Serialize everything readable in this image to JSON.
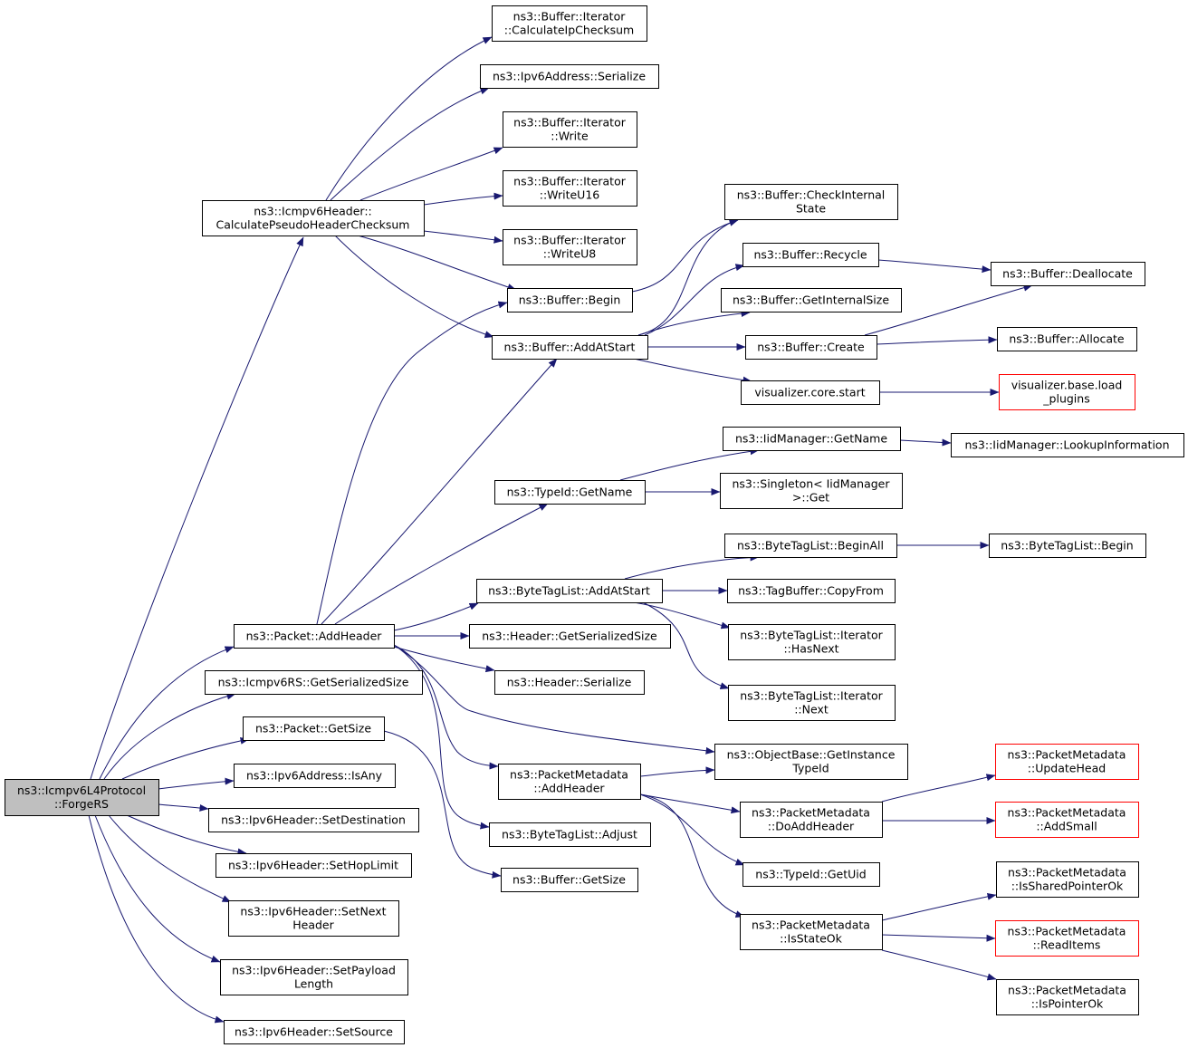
{
  "colors": {
    "edge": "#191970",
    "node_border": "#000000",
    "truncated_border": "#ff0000",
    "root_fill": "#bfbfbf",
    "node_fill": "#ffffff"
  },
  "nodes": [
    {
      "id": "root",
      "lines": [
        "ns3::Icmpv6L4Protocol",
        "::ForgeRS"
      ],
      "style": "root"
    },
    {
      "id": "cphc",
      "lines": [
        "ns3::Icmpv6Header::",
        "CalculatePseudoHeaderChecksum"
      ],
      "style": "normal"
    },
    {
      "id": "bi_cic",
      "lines": [
        "ns3::Buffer::Iterator",
        "::CalculateIpChecksum"
      ],
      "style": "normal"
    },
    {
      "id": "ip6_ser",
      "lines": [
        "ns3::Ipv6Address::Serialize"
      ],
      "style": "normal"
    },
    {
      "id": "bi_w",
      "lines": [
        "ns3::Buffer::Iterator",
        "::Write"
      ],
      "style": "normal"
    },
    {
      "id": "bi_w16",
      "lines": [
        "ns3::Buffer::Iterator",
        "::WriteU16"
      ],
      "style": "normal"
    },
    {
      "id": "bi_w8",
      "lines": [
        "ns3::Buffer::Iterator",
        "::WriteU8"
      ],
      "style": "normal"
    },
    {
      "id": "buf_begin",
      "lines": [
        "ns3::Buffer::Begin"
      ],
      "style": "normal"
    },
    {
      "id": "buf_aas",
      "lines": [
        "ns3::Buffer::AddAtStart"
      ],
      "style": "normal"
    },
    {
      "id": "buf_cis",
      "lines": [
        "ns3::Buffer::CheckInternal",
        "State"
      ],
      "style": "normal"
    },
    {
      "id": "buf_rec",
      "lines": [
        "ns3::Buffer::Recycle"
      ],
      "style": "normal"
    },
    {
      "id": "buf_gis",
      "lines": [
        "ns3::Buffer::GetInternalSize"
      ],
      "style": "normal"
    },
    {
      "id": "buf_cre",
      "lines": [
        "ns3::Buffer::Create"
      ],
      "style": "normal"
    },
    {
      "id": "vis_start",
      "lines": [
        "visualizer.core.start"
      ],
      "style": "normal"
    },
    {
      "id": "buf_dealloc",
      "lines": [
        "ns3::Buffer::Deallocate"
      ],
      "style": "normal"
    },
    {
      "id": "buf_alloc",
      "lines": [
        "ns3::Buffer::Allocate"
      ],
      "style": "normal"
    },
    {
      "id": "vis_load",
      "lines": [
        "visualizer.base.load",
        "_plugins"
      ],
      "style": "truncated"
    },
    {
      "id": "iid_gn",
      "lines": [
        "ns3::IidManager::GetName"
      ],
      "style": "normal"
    },
    {
      "id": "iid_li",
      "lines": [
        "ns3::IidManager::LookupInformation"
      ],
      "style": "normal"
    },
    {
      "id": "tid_gn",
      "lines": [
        "ns3::TypeId::GetName"
      ],
      "style": "normal"
    },
    {
      "id": "singleton",
      "lines": [
        "ns3::Singleton< IidManager",
        " >::Get"
      ],
      "style": "normal"
    },
    {
      "id": "btl_ba",
      "lines": [
        "ns3::ByteTagList::BeginAll"
      ],
      "style": "normal"
    },
    {
      "id": "btl_b",
      "lines": [
        "ns3::ByteTagList::Begin"
      ],
      "style": "normal"
    },
    {
      "id": "btl_aas",
      "lines": [
        "ns3::ByteTagList::AddAtStart"
      ],
      "style": "normal"
    },
    {
      "id": "tb_cf",
      "lines": [
        "ns3::TagBuffer::CopyFrom"
      ],
      "style": "normal"
    },
    {
      "id": "btli_hn",
      "lines": [
        "ns3::ByteTagList::Iterator",
        "::HasNext"
      ],
      "style": "normal"
    },
    {
      "id": "btli_n",
      "lines": [
        "ns3::ByteTagList::Iterator",
        "::Next"
      ],
      "style": "normal"
    },
    {
      "id": "pkt_ah",
      "lines": [
        "ns3::Packet::AddHeader"
      ],
      "style": "normal"
    },
    {
      "id": "hdr_gss",
      "lines": [
        "ns3::Header::GetSerializedSize"
      ],
      "style": "normal"
    },
    {
      "id": "hdr_ser",
      "lines": [
        "ns3::Header::Serialize"
      ],
      "style": "normal"
    },
    {
      "id": "rs_gss",
      "lines": [
        "ns3::Icmpv6RS::GetSerializedSize"
      ],
      "style": "normal"
    },
    {
      "id": "pkt_gs",
      "lines": [
        "ns3::Packet::GetSize"
      ],
      "style": "normal"
    },
    {
      "id": "ip6_isany",
      "lines": [
        "ns3::Ipv6Address::IsAny"
      ],
      "style": "normal"
    },
    {
      "id": "ob_git",
      "lines": [
        "ns3::ObjectBase::GetInstance",
        "TypeId"
      ],
      "style": "normal"
    },
    {
      "id": "pm_ah",
      "lines": [
        "ns3::PacketMetadata",
        "::AddHeader"
      ],
      "style": "normal"
    },
    {
      "id": "pm_uh",
      "lines": [
        "ns3::PacketMetadata",
        "::UpdateHead"
      ],
      "style": "truncated"
    },
    {
      "id": "pm_dah",
      "lines": [
        "ns3::PacketMetadata",
        "::DoAddHeader"
      ],
      "style": "normal"
    },
    {
      "id": "pm_as",
      "lines": [
        "ns3::PacketMetadata",
        "::AddSmall"
      ],
      "style": "truncated"
    },
    {
      "id": "ip6h_sd",
      "lines": [
        "ns3::Ipv6Header::SetDestination"
      ],
      "style": "normal"
    },
    {
      "id": "btl_adj",
      "lines": [
        "ns3::ByteTagList::Adjust"
      ],
      "style": "normal"
    },
    {
      "id": "ip6h_shl",
      "lines": [
        "ns3::Ipv6Header::SetHopLimit"
      ],
      "style": "normal"
    },
    {
      "id": "tid_gu",
      "lines": [
        "ns3::TypeId::GetUid"
      ],
      "style": "normal"
    },
    {
      "id": "buf_gs",
      "lines": [
        "ns3::Buffer::GetSize"
      ],
      "style": "normal"
    },
    {
      "id": "pm_ispo",
      "lines": [
        "ns3::PacketMetadata",
        "::IsSharedPointerOk"
      ],
      "style": "normal"
    },
    {
      "id": "ip6h_snh",
      "lines": [
        "ns3::Ipv6Header::SetNext",
        "Header"
      ],
      "style": "normal"
    },
    {
      "id": "pm_iso",
      "lines": [
        "ns3::PacketMetadata",
        "::IsStateOk"
      ],
      "style": "normal"
    },
    {
      "id": "pm_ri",
      "lines": [
        "ns3::PacketMetadata",
        "::ReadItems"
      ],
      "style": "truncated"
    },
    {
      "id": "ip6h_spl",
      "lines": [
        "ns3::Ipv6Header::SetPayload",
        "Length"
      ],
      "style": "normal"
    },
    {
      "id": "pm_ipo",
      "lines": [
        "ns3::PacketMetadata",
        "::IsPointerOk"
      ],
      "style": "normal"
    },
    {
      "id": "ip6h_ss",
      "lines": [
        "ns3::Ipv6Header::SetSource"
      ],
      "style": "normal"
    }
  ],
  "edges": [
    {
      "from": "root",
      "to": "cphc"
    },
    {
      "from": "root",
      "to": "pkt_ah"
    },
    {
      "from": "root",
      "to": "rs_gss"
    },
    {
      "from": "root",
      "to": "pkt_gs"
    },
    {
      "from": "root",
      "to": "ip6_isany"
    },
    {
      "from": "root",
      "to": "ip6h_sd"
    },
    {
      "from": "root",
      "to": "ip6h_shl"
    },
    {
      "from": "root",
      "to": "ip6h_snh"
    },
    {
      "from": "root",
      "to": "ip6h_spl"
    },
    {
      "from": "root",
      "to": "ip6h_ss"
    },
    {
      "from": "cphc",
      "to": "bi_cic"
    },
    {
      "from": "cphc",
      "to": "ip6_ser"
    },
    {
      "from": "cphc",
      "to": "bi_w"
    },
    {
      "from": "cphc",
      "to": "bi_w16"
    },
    {
      "from": "cphc",
      "to": "bi_w8"
    },
    {
      "from": "cphc",
      "to": "buf_begin"
    },
    {
      "from": "cphc",
      "to": "buf_aas"
    },
    {
      "from": "buf_begin",
      "to": "buf_cis"
    },
    {
      "from": "buf_aas",
      "to": "buf_cis"
    },
    {
      "from": "buf_aas",
      "to": "buf_rec"
    },
    {
      "from": "buf_aas",
      "to": "buf_gis"
    },
    {
      "from": "buf_aas",
      "to": "buf_cre"
    },
    {
      "from": "buf_aas",
      "to": "vis_start"
    },
    {
      "from": "buf_rec",
      "to": "buf_dealloc"
    },
    {
      "from": "buf_cre",
      "to": "buf_dealloc"
    },
    {
      "from": "buf_cre",
      "to": "buf_alloc"
    },
    {
      "from": "vis_start",
      "to": "vis_load"
    },
    {
      "from": "pkt_ah",
      "to": "buf_begin"
    },
    {
      "from": "pkt_ah",
      "to": "buf_aas"
    },
    {
      "from": "pkt_ah",
      "to": "tid_gn"
    },
    {
      "from": "pkt_ah",
      "to": "btl_aas"
    },
    {
      "from": "pkt_ah",
      "to": "hdr_gss"
    },
    {
      "from": "pkt_ah",
      "to": "hdr_ser"
    },
    {
      "from": "pkt_ah",
      "to": "ob_git"
    },
    {
      "from": "pkt_ah",
      "to": "pm_ah"
    },
    {
      "from": "pkt_ah",
      "to": "btl_adj"
    },
    {
      "from": "tid_gn",
      "to": "iid_gn"
    },
    {
      "from": "tid_gn",
      "to": "singleton"
    },
    {
      "from": "iid_gn",
      "to": "iid_li"
    },
    {
      "from": "btl_aas",
      "to": "btl_ba"
    },
    {
      "from": "btl_aas",
      "to": "tb_cf"
    },
    {
      "from": "btl_aas",
      "to": "btli_hn"
    },
    {
      "from": "btl_aas",
      "to": "btli_n"
    },
    {
      "from": "btl_ba",
      "to": "btl_b"
    },
    {
      "from": "pkt_gs",
      "to": "buf_gs"
    },
    {
      "from": "pm_ah",
      "to": "ob_git"
    },
    {
      "from": "pm_ah",
      "to": "pm_dah"
    },
    {
      "from": "pm_ah",
      "to": "tid_gu"
    },
    {
      "from": "pm_ah",
      "to": "pm_iso"
    },
    {
      "from": "pm_dah",
      "to": "pm_uh"
    },
    {
      "from": "pm_dah",
      "to": "pm_as"
    },
    {
      "from": "pm_iso",
      "to": "pm_ispo"
    },
    {
      "from": "pm_iso",
      "to": "pm_ri"
    },
    {
      "from": "pm_iso",
      "to": "pm_ipo"
    }
  ]
}
